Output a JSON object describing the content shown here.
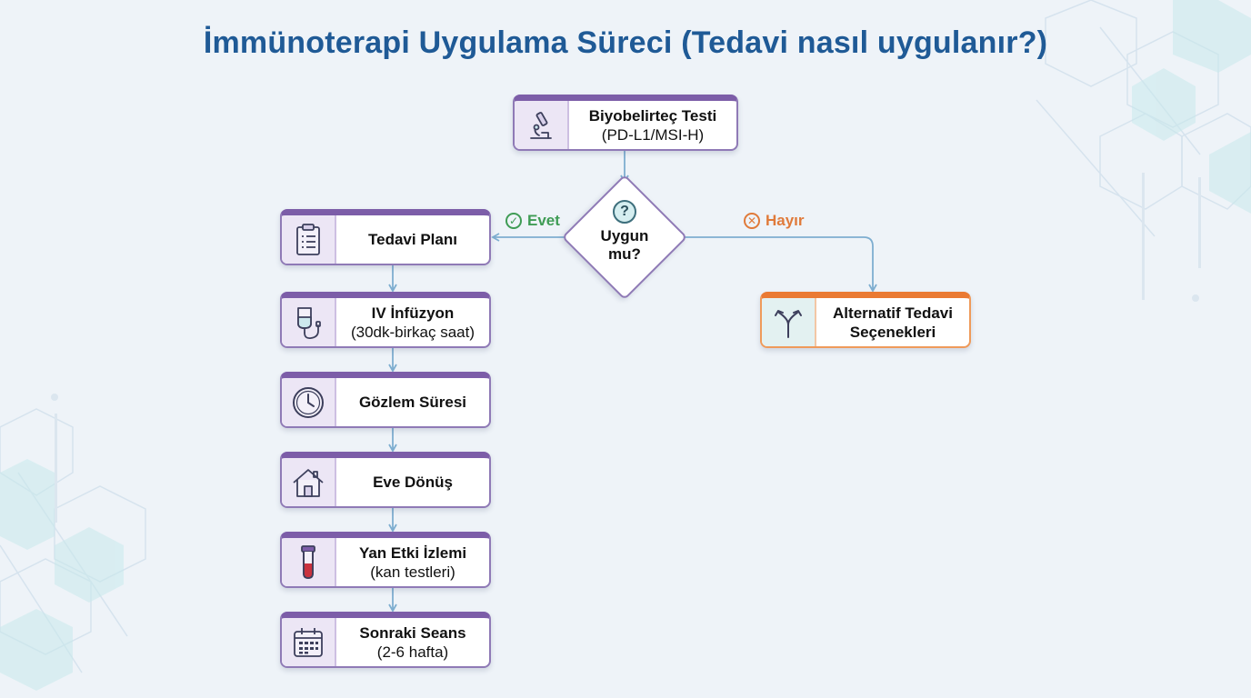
{
  "title": "İmmünoterapi Uygulama Süreci (Tedavi nasıl uygulanır?)",
  "colors": {
    "title": "#1f5a96",
    "node_border": "#7c5da8",
    "alt_border": "#ea7a33",
    "yes": "#3f9c55",
    "no": "#e07a3a",
    "arrow": "#7eaed0"
  },
  "start": {
    "line1": "Biyobelirteç Testi",
    "line2": "(PD-L1/MSI-H)",
    "icon": "microscope-icon"
  },
  "decision": {
    "label": "Uygun mu?",
    "icon": "question-icon"
  },
  "branches": {
    "yes": "Evet",
    "no": "Hayır"
  },
  "steps": [
    {
      "line1": "Tedavi Planı",
      "line2": "",
      "icon": "clipboard-icon"
    },
    {
      "line1": "IV İnfüzyon",
      "line2": "(30dk-birkaç saat)",
      "icon": "iv-bag-icon"
    },
    {
      "line1": "Gözlem Süresi",
      "line2": "",
      "icon": "clock-icon"
    },
    {
      "line1": "Eve Dönüş",
      "line2": "",
      "icon": "house-icon"
    },
    {
      "line1": "Yan Etki İzlemi",
      "line2": "(kan testleri)",
      "icon": "blood-tube-icon"
    },
    {
      "line1": "Sonraki Seans",
      "line2": "(2-6 hafta)",
      "icon": "calendar-icon"
    }
  ],
  "alternative": {
    "line1": "Alternatif Tedavi",
    "line2": "Seçenekleri",
    "icon": "split-arrows-icon"
  }
}
